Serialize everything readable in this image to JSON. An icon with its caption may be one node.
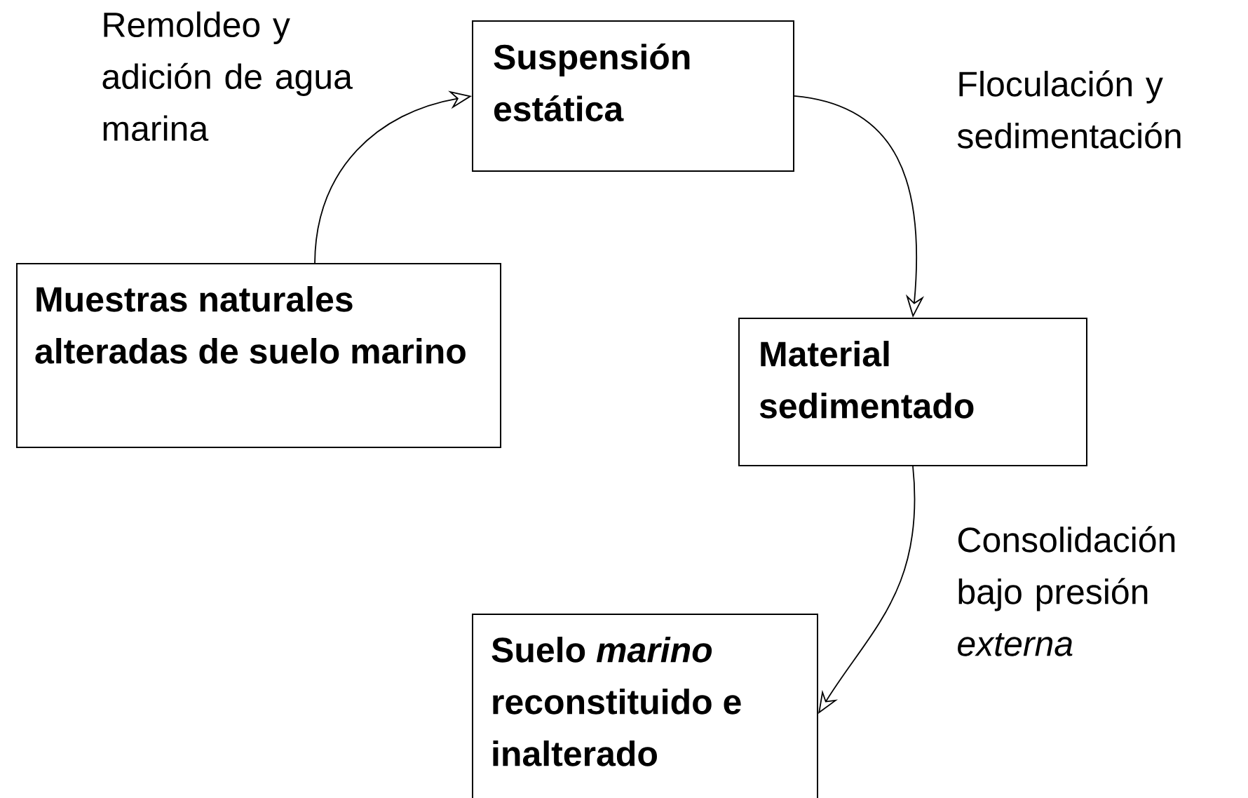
{
  "diagram": {
    "nodes": [
      {
        "text": [
          "Muestras naturales alteradas de suelo marino"
        ]
      },
      {
        "text": [
          "Suspensión estática"
        ]
      },
      {
        "text": [
          "Material sedimentado"
        ]
      },
      {
        "text": [
          "Suelo *marino* reconstituido e inalterado"
        ]
      }
    ],
    "edges": [
      {
        "from": 0,
        "to": 1,
        "arrow": "to",
        "label": "Remoldeo y adición de agua marina"
      },
      {
        "from": 1,
        "to": 2,
        "arrow": "to",
        "label": "Floculación y sedimentación"
      },
      {
        "from": 2,
        "to": 3,
        "arrow": "to",
        "label": "Consolidación bajo presión *externa*"
      }
    ]
  }
}
